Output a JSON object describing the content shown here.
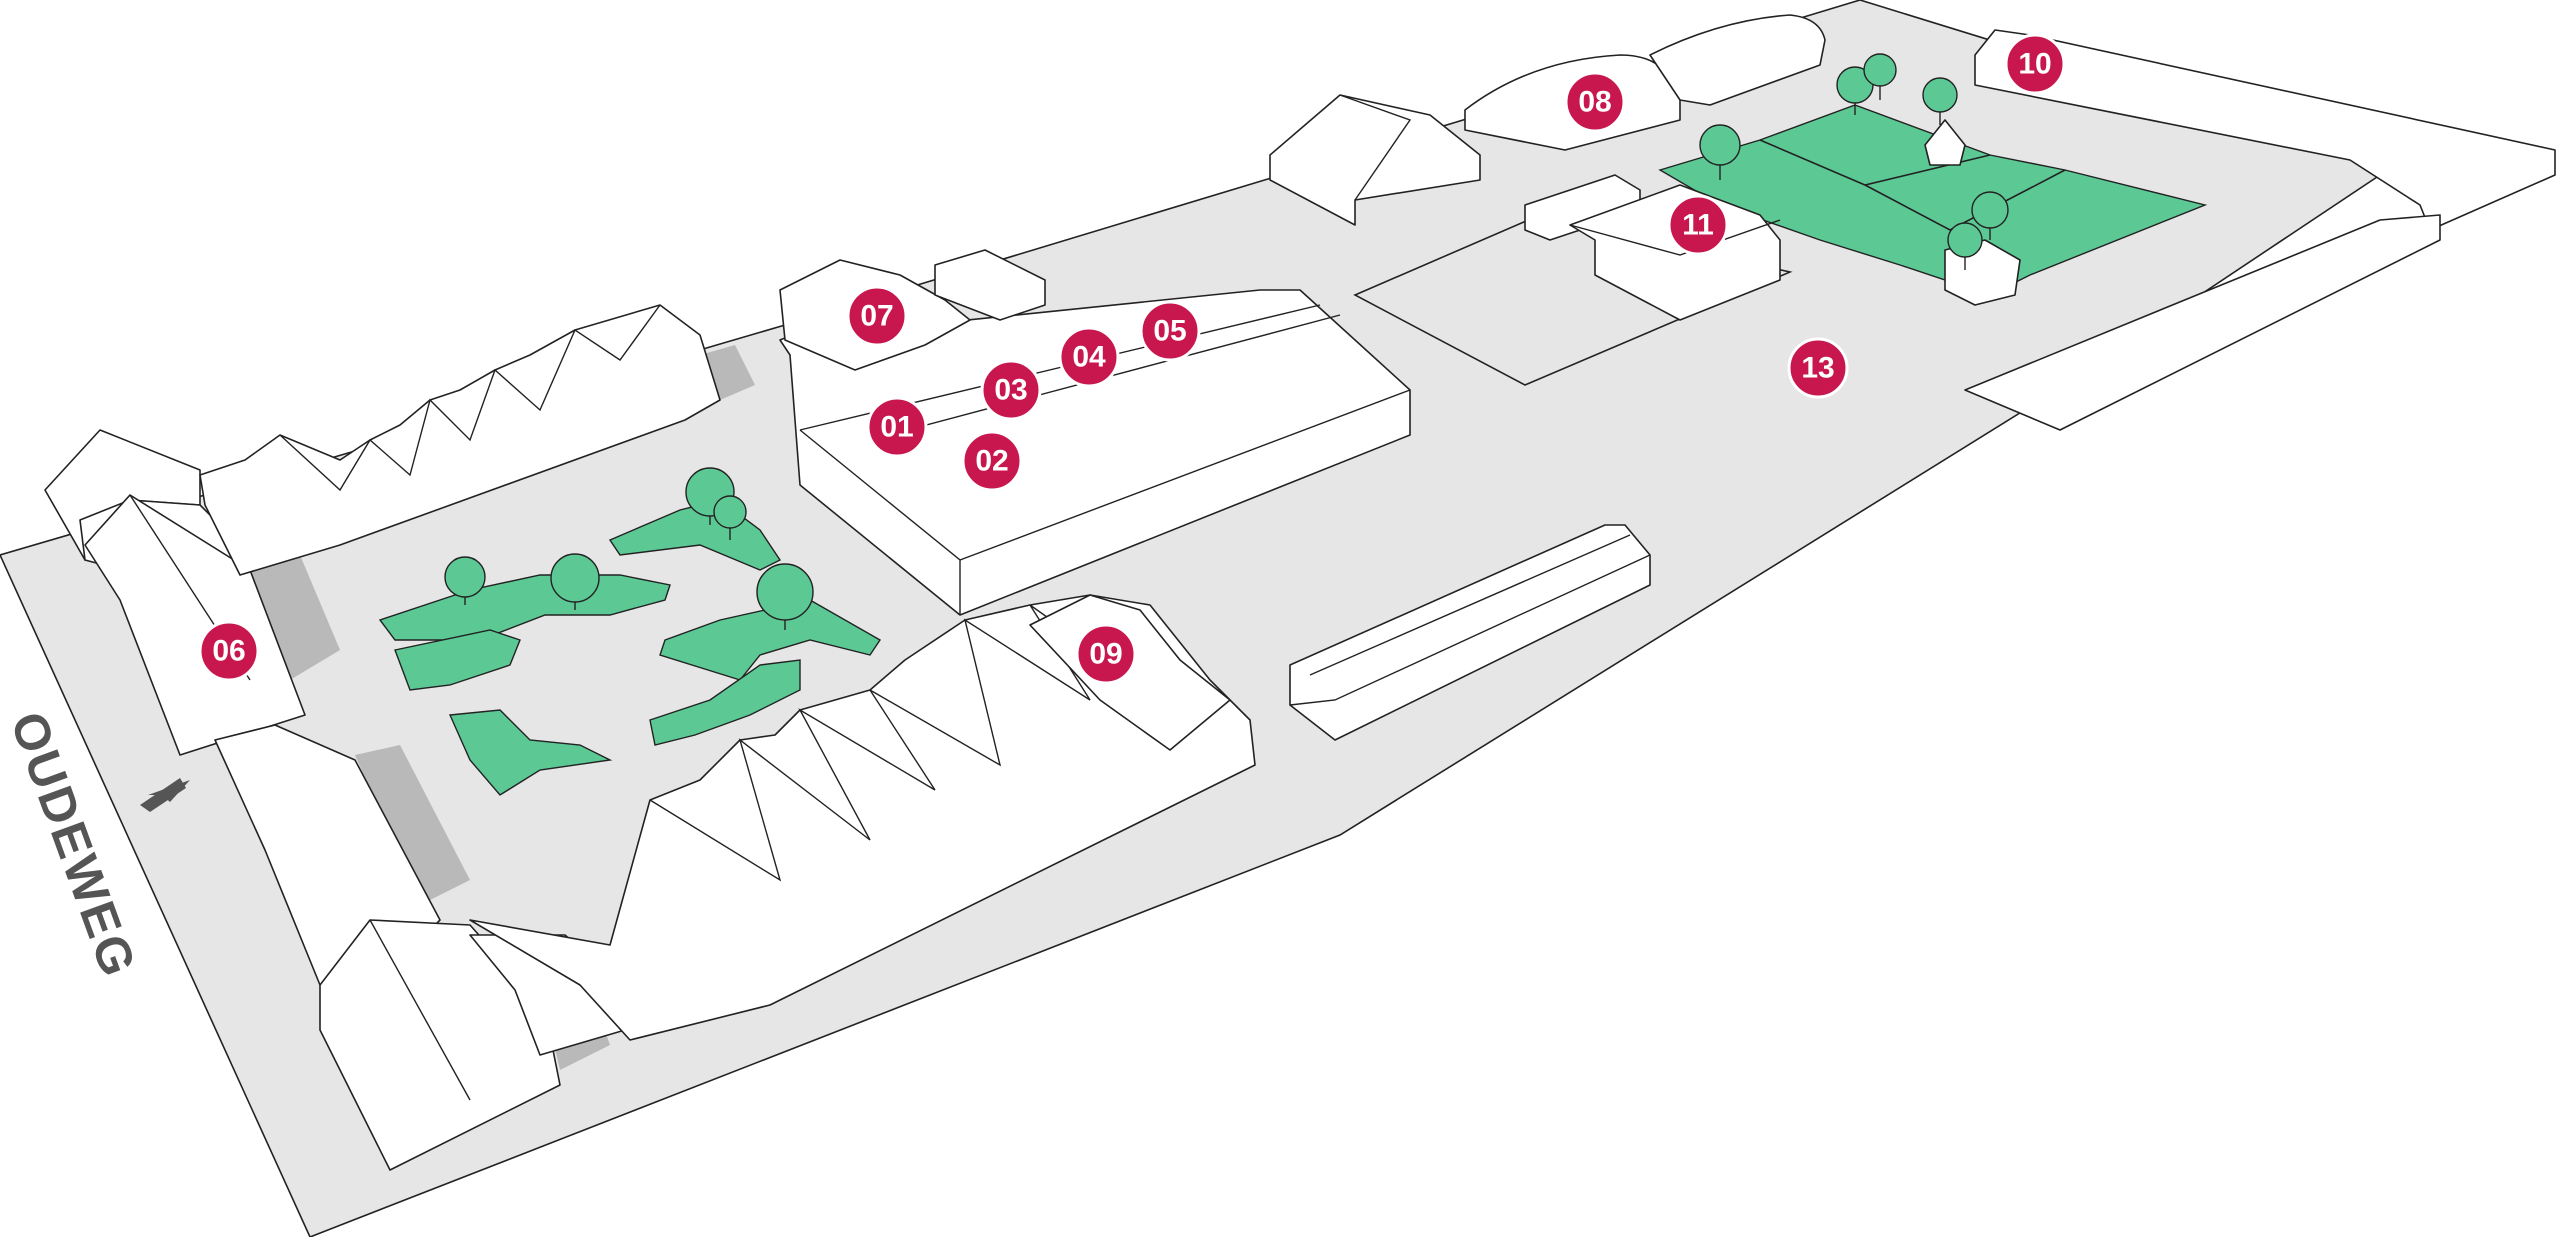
{
  "map": {
    "street_name": "OUDEWEG",
    "marker_color": "#c8174f",
    "green_color": "#5cc995",
    "ground_color": "#e6e6e6",
    "markers": [
      {
        "label": "01"
      },
      {
        "label": "02"
      },
      {
        "label": "03"
      },
      {
        "label": "04"
      },
      {
        "label": "05"
      },
      {
        "label": "06"
      },
      {
        "label": "07"
      },
      {
        "label": "08"
      },
      {
        "label": "09"
      },
      {
        "label": "10"
      },
      {
        "label": "11"
      },
      {
        "label": "13"
      }
    ],
    "icons": [
      "direction-arrow-icon",
      "tree-icon",
      "location-marker-icon"
    ]
  }
}
